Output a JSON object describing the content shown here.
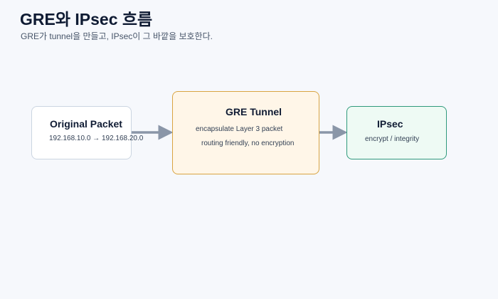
{
  "header": {
    "title": "GRE와 IPsec 흐름",
    "subtitle": "GRE가 tunnel을 만들고, IPsec이 그 바깥을 보호한다."
  },
  "nodes": [
    {
      "title": "Original Packet",
      "lines": [
        "192.168.10.0 → 192.168.20.0"
      ]
    },
    {
      "title": "GRE Tunnel",
      "lines": [
        "encapsulate Layer 3 packet",
        "routing friendly, no encryption"
      ]
    },
    {
      "title": "IPsec",
      "lines": [
        "encrypt / integrity"
      ]
    }
  ],
  "colors": {
    "arrow": "#8a96a8"
  }
}
